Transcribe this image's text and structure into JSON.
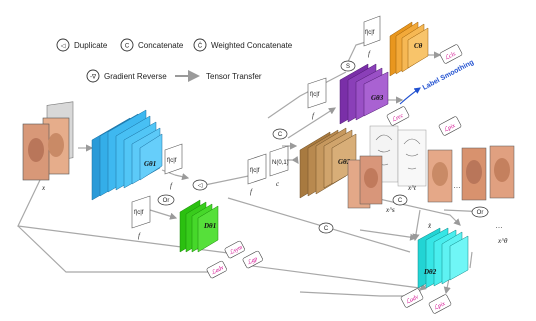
{
  "legend": {
    "duplicate": "Duplicate",
    "concatenate": "Concatenate",
    "weighted_concatenate": "Weighted Concatenate",
    "gradient_reverse": "Gradient Reverse",
    "tensor_transfer": "Tensor Transfer"
  },
  "symbols": {
    "duplicate": "◁",
    "concatenate": "C",
    "weighted_concatenate": "Ĉ",
    "gradient_reverse": "-∇",
    "or": "Or",
    "s": "S"
  },
  "blocks": {
    "g_theta1": "Gθ1",
    "g_theta2": "Gθ2",
    "g_theta3": "Gθ3",
    "c_theta": "Cθ",
    "d_theta1": "Dθ1",
    "d_theta2": "Dθ2"
  },
  "labels": {
    "x": "x",
    "f": "f",
    "c": "c",
    "x_s": "x^s",
    "x_t": "x^t",
    "x_hat": "x̂",
    "x_theta": "x^θ",
    "dots": "…",
    "fcf": "f|c|f",
    "noise": "N(0,1)",
    "label_smoothing": "Label Smoothing"
  },
  "losses": {
    "l_sym": "ℒsym",
    "l_gp": "ℒgp",
    "l_pix": "ℒpix",
    "l_rec": "ℒrec",
    "l_cls": "ℒcls",
    "l_adv": "ℒadv",
    "l_pix2": "ℒpix",
    "l_adv2": "ℒadv"
  },
  "colors": {
    "g_theta1": "#29a9e8",
    "g_theta2": "#b8894f",
    "g_theta3": "#8a3fb8",
    "c_theta": "#f2a93a",
    "d_theta1": "#3ed81e",
    "d_theta2": "#36e6e6",
    "loss": "#d0008a",
    "annotation": "#2050d0"
  }
}
